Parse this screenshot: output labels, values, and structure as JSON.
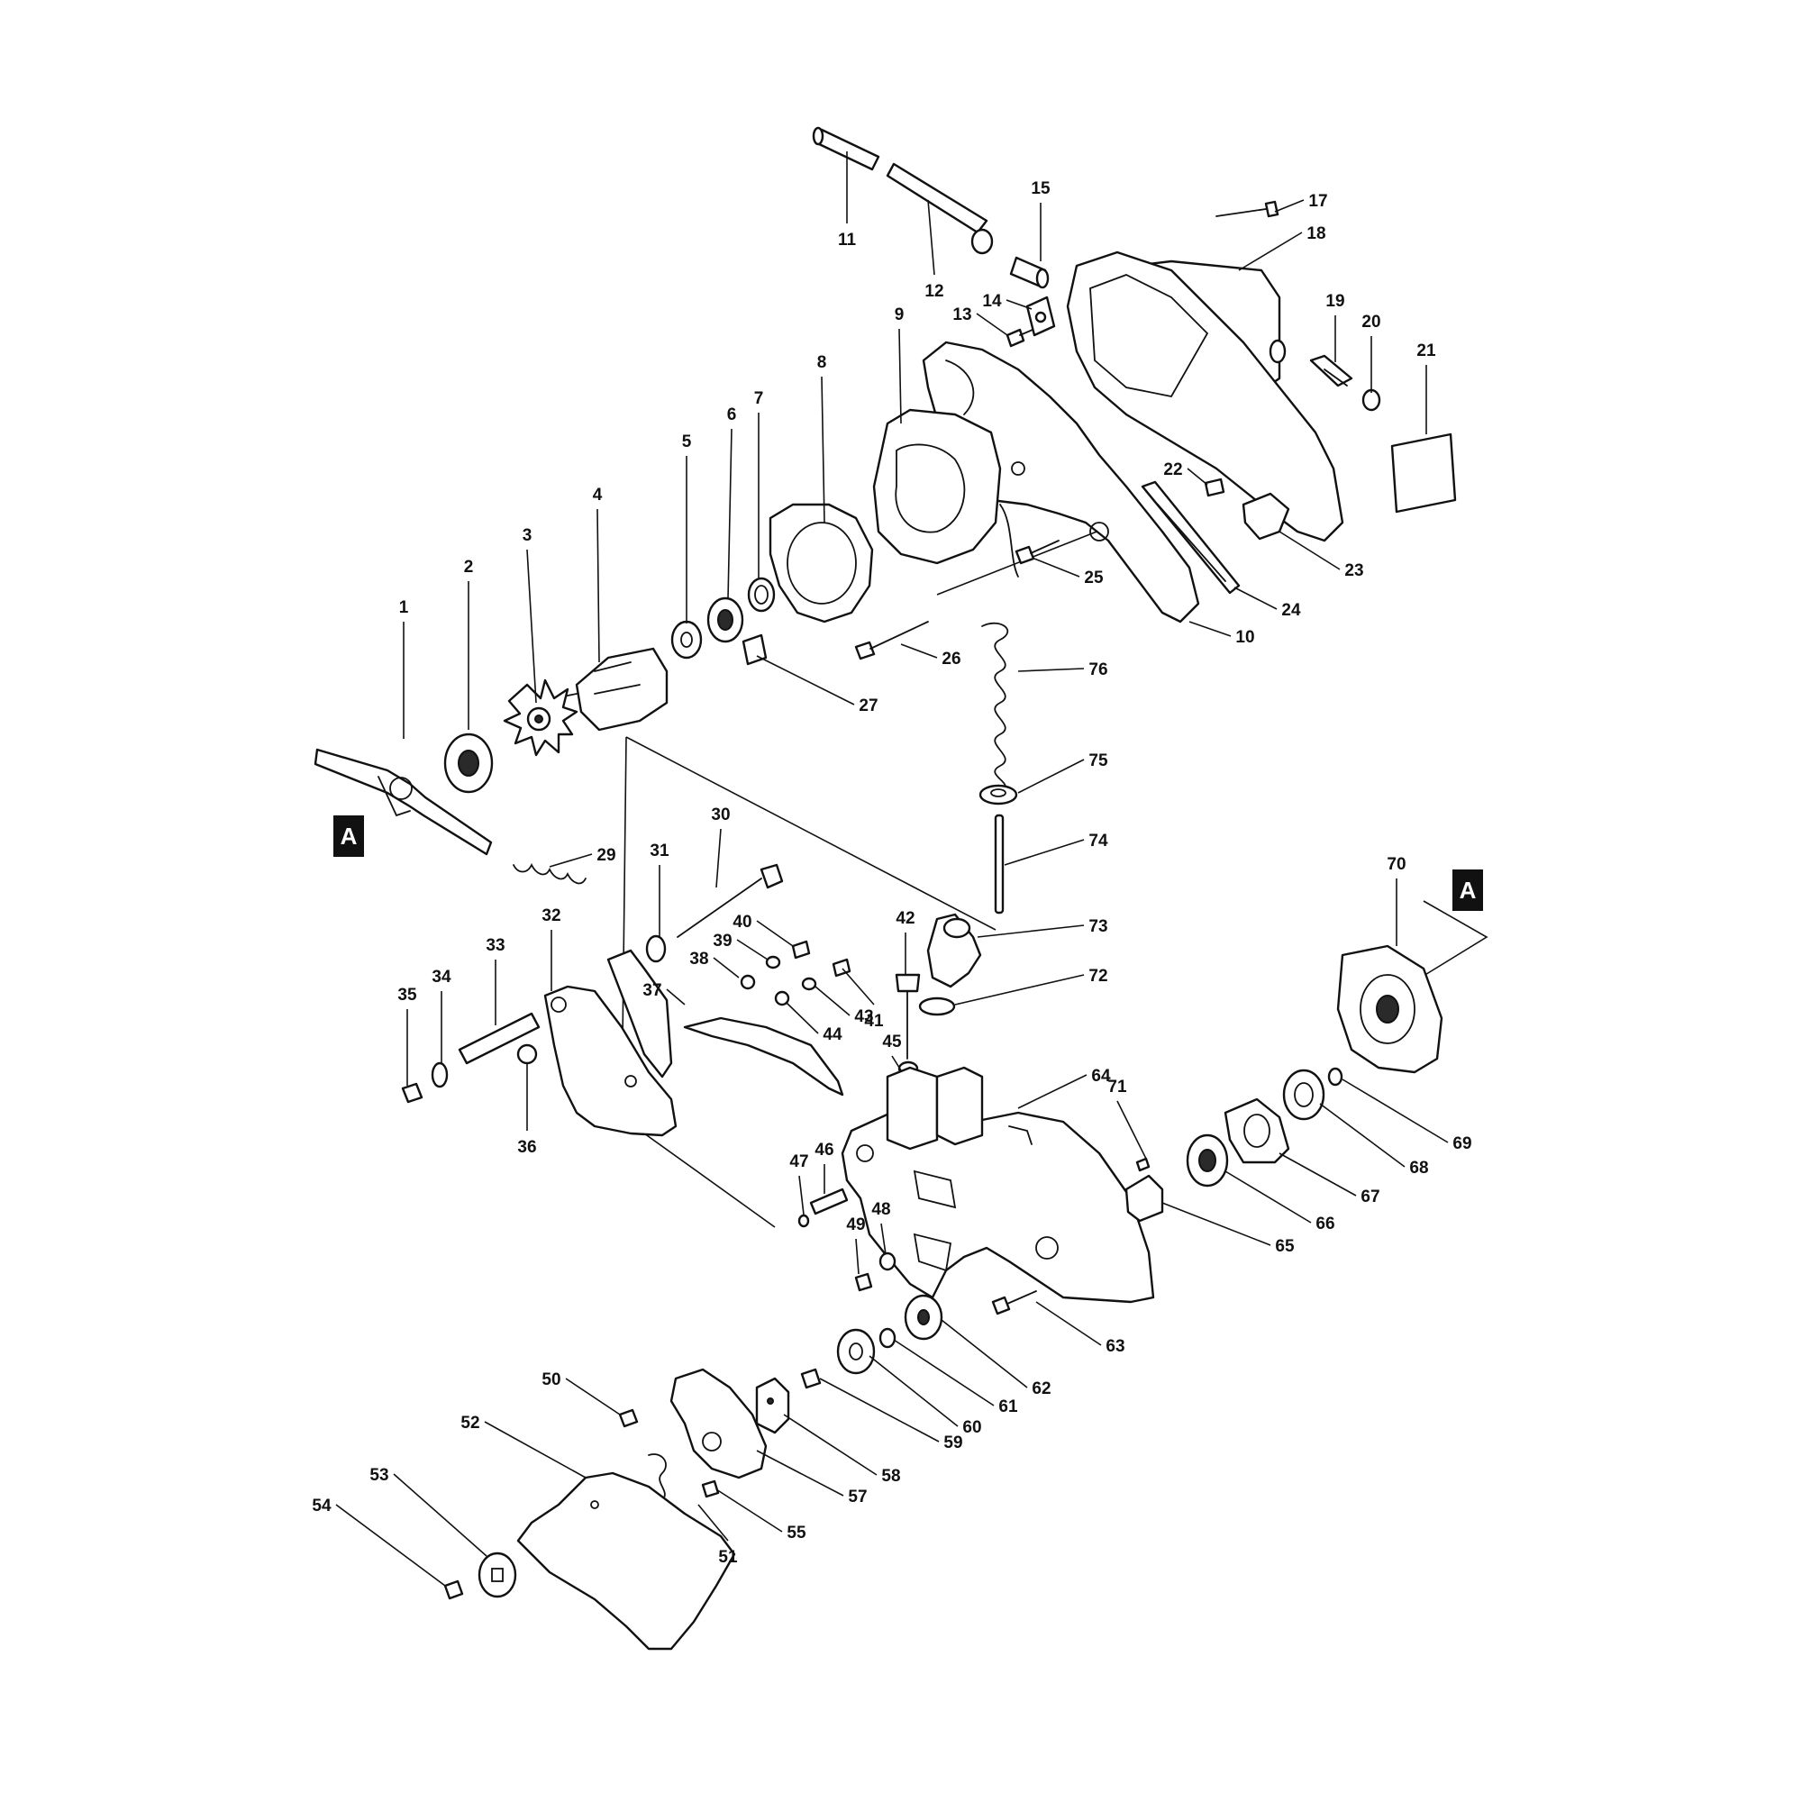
{
  "diagram": {
    "reference_tag": "A",
    "part_numbers": [
      "1",
      "2",
      "3",
      "4",
      "5",
      "6",
      "7",
      "8",
      "9",
      "10",
      "11",
      "12",
      "13",
      "14",
      "15",
      "17",
      "18",
      "19",
      "20",
      "21",
      "22",
      "23",
      "24",
      "25",
      "26",
      "27",
      "29",
      "30",
      "31",
      "32",
      "33",
      "34",
      "35",
      "36",
      "37",
      "38",
      "39",
      "40",
      "41",
      "42",
      "43",
      "44",
      "45",
      "46",
      "47",
      "48",
      "49",
      "50",
      "51",
      "52",
      "53",
      "54",
      "55",
      "57",
      "58",
      "59",
      "60",
      "61",
      "62",
      "63",
      "64",
      "65",
      "66",
      "67",
      "68",
      "69",
      "70",
      "71",
      "72",
      "73",
      "74",
      "75",
      "76"
    ]
  }
}
